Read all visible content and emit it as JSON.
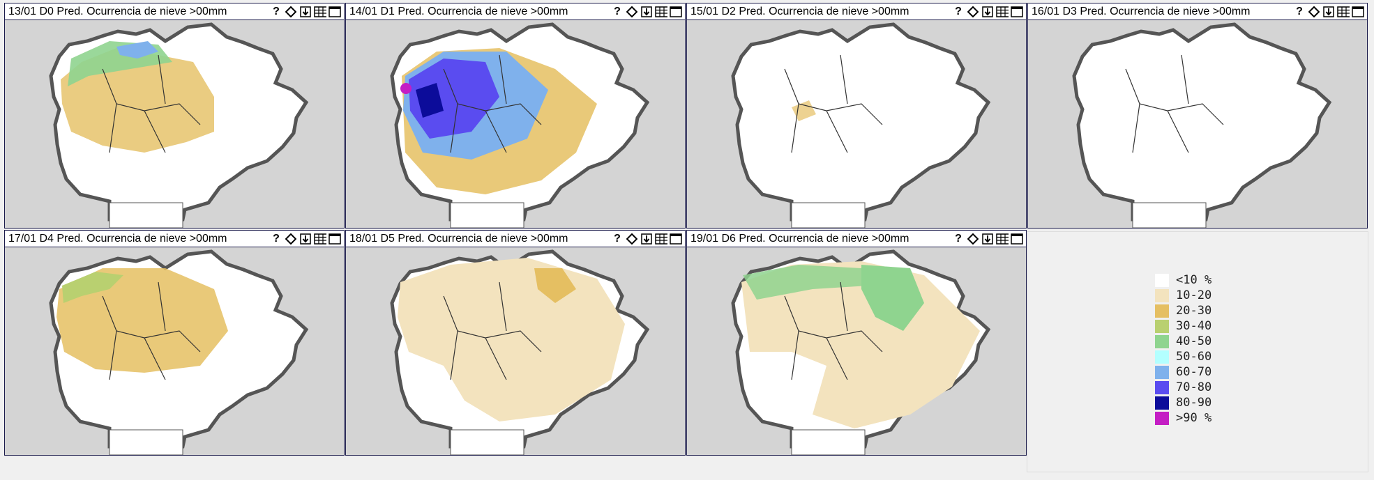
{
  "panels": [
    {
      "title": "13/01 D0 Pred. Ocurrencia de nieve >00mm"
    },
    {
      "title": "14/01 D1 Pred. Ocurrencia de nieve >00mm"
    },
    {
      "title": "15/01 D2 Pred. Ocurrencia de nieve >00mm"
    },
    {
      "title": "16/01 D3 Pred. Ocurrencia de nieve >00mm"
    },
    {
      "title": "17/01 D4 Pred. Ocurrencia de nieve >00mm"
    },
    {
      "title": "18/01 D5 Pred. Ocurrencia de nieve >00mm"
    },
    {
      "title": "19/01 D6 Pred. Ocurrencia de nieve >00mm"
    }
  ],
  "toolbar": {
    "help_label": "?",
    "icons": [
      "help-icon",
      "pan-icon",
      "download-icon",
      "table-icon",
      "maximize-icon"
    ]
  },
  "legend": {
    "items": [
      {
        "label": "<10 %",
        "color": "#ffffff"
      },
      {
        "label": "10-20",
        "color": "#f3e3be"
      },
      {
        "label": "20-30",
        "color": "#e5bf62"
      },
      {
        "label": "30-40",
        "color": "#b9d070"
      },
      {
        "label": "40-50",
        "color": "#8fd48f"
      },
      {
        "label": "50-60",
        "color": "#b3ffff"
      },
      {
        "label": "60-70",
        "color": "#7fb1ec"
      },
      {
        "label": "70-80",
        "color": "#5a4cf0"
      },
      {
        "label": "80-90",
        "color": "#0c0c9a"
      },
      {
        "label": ">90 %",
        "color": "#c41ec4"
      }
    ]
  }
}
